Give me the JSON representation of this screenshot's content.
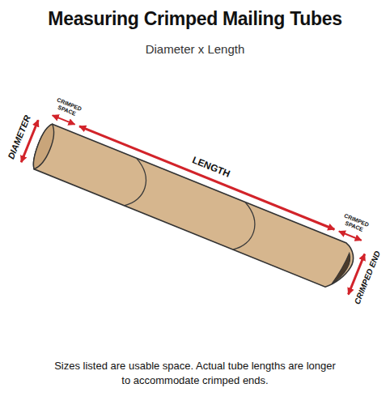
{
  "diagram": {
    "title": "Measuring Crimped Mailing Tubes",
    "caption": "Sizes listed are usable space. Actual tube lengths are longer to accommodate crimped ends.",
    "labels": [
      "Diameter x Length",
      "DIAMETER",
      "CRIMPED SPACE",
      "LENGTH",
      "CRIMPED SPACE",
      "CRIMPED END"
    ]
  }
}
